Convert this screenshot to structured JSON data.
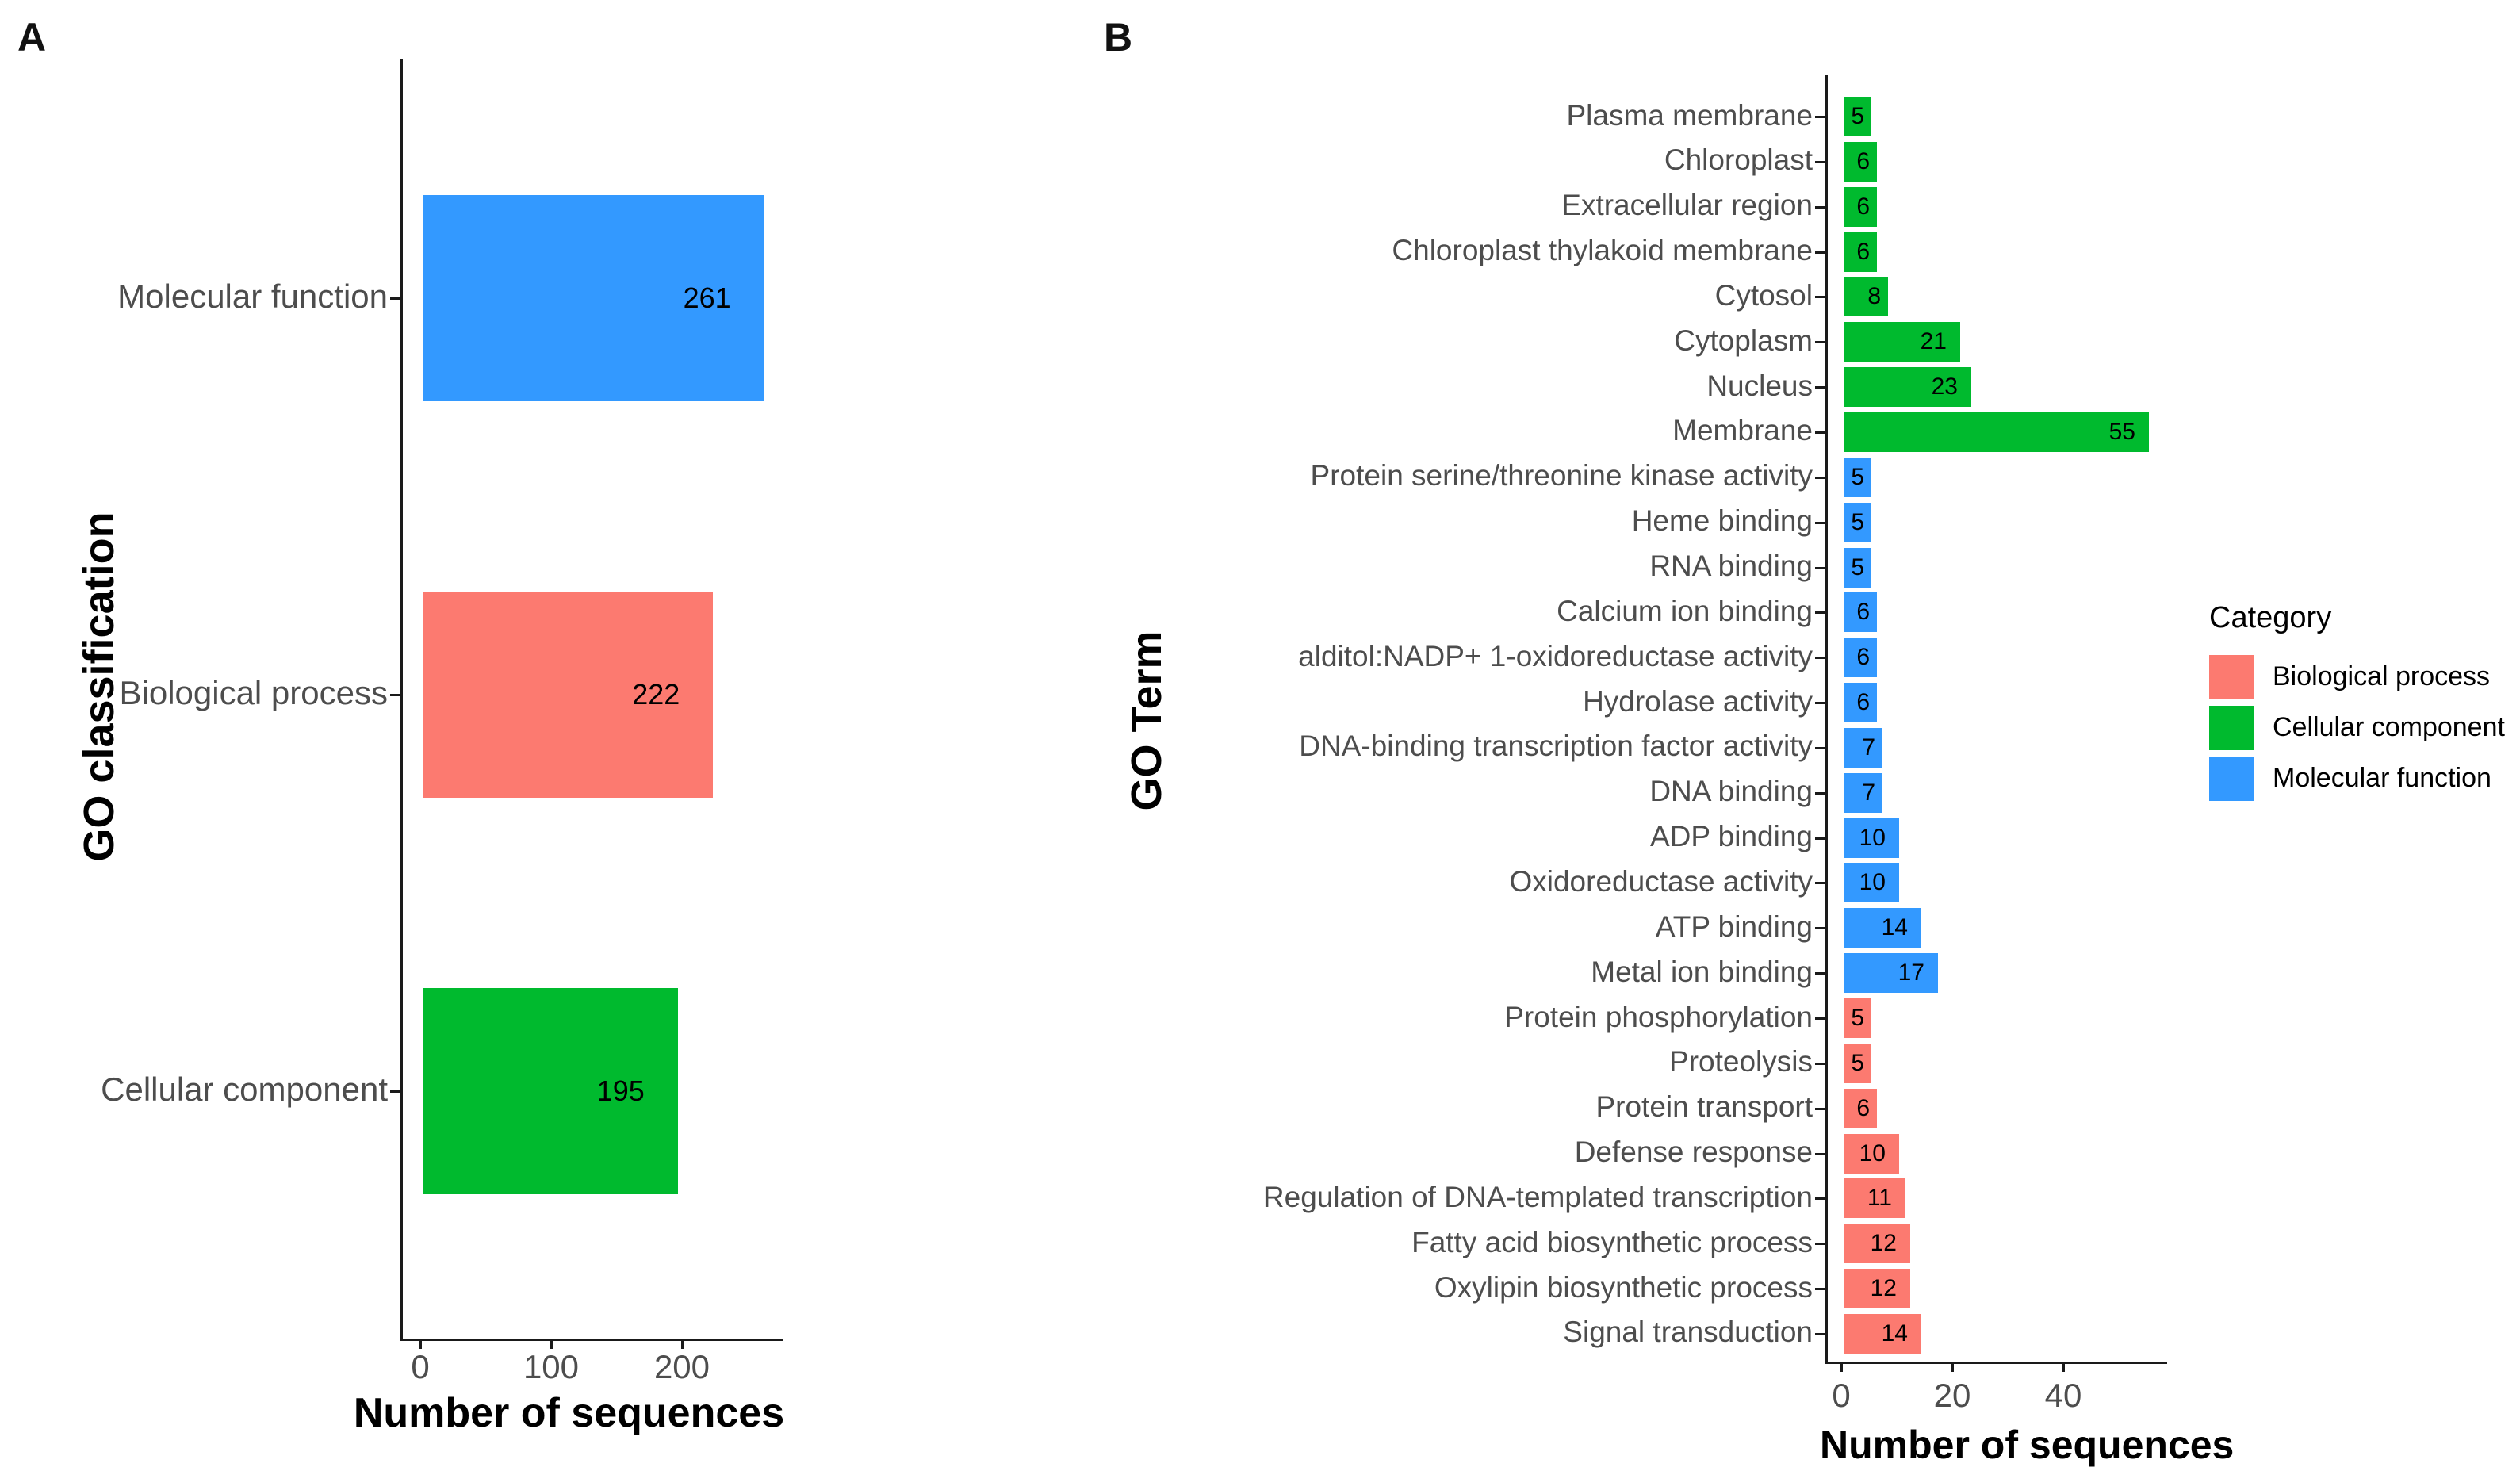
{
  "palette": {
    "Biological process": "#FC7A70",
    "Cellular component": "#00BA2E",
    "Molecular function": "#3399FF"
  },
  "chart_data": [
    {
      "id": "A",
      "panel_label": "A",
      "type": "bar",
      "orientation": "horizontal",
      "xlabel": "Number of sequences",
      "ylabel": "GO classification",
      "xlim": [
        0,
        275
      ],
      "x_ticks": [
        0,
        100,
        200
      ],
      "grid": false,
      "categories": [
        "Molecular function",
        "Biological process",
        "Cellular component"
      ],
      "values": [
        261,
        222,
        195
      ],
      "groups": [
        "Molecular function",
        "Biological process",
        "Cellular component"
      ],
      "bar_labels": [
        "261",
        "222",
        "195"
      ]
    },
    {
      "id": "B",
      "panel_label": "B",
      "type": "bar",
      "orientation": "horizontal",
      "xlabel": "Number of sequences",
      "ylabel": "GO Term",
      "xlim": [
        0,
        58
      ],
      "x_ticks": [
        0,
        20,
        40
      ],
      "grid": false,
      "categories": [
        "Plasma membrane",
        "Chloroplast",
        "Extracellular region",
        "Chloroplast thylakoid membrane",
        "Cytosol",
        "Cytoplasm",
        "Nucleus",
        "Membrane",
        "Protein serine/threonine kinase activity",
        "Heme binding",
        "RNA binding",
        "Calcium ion binding",
        "alditol:NADP+ 1-oxidoreductase activity",
        "Hydrolase activity",
        "DNA-binding transcription factor activity",
        "DNA binding",
        "ADP binding",
        "Oxidoreductase activity",
        "ATP binding",
        "Metal ion binding",
        "Protein phosphorylation",
        "Proteolysis",
        "Protein transport",
        "Defense response",
        "Regulation of DNA-templated transcription",
        "Fatty acid biosynthetic process",
        "Oxylipin biosynthetic process",
        "Signal transduction"
      ],
      "values": [
        5,
        6,
        6,
        6,
        8,
        21,
        23,
        55,
        5,
        5,
        5,
        6,
        6,
        6,
        7,
        7,
        10,
        10,
        14,
        17,
        5,
        5,
        6,
        10,
        11,
        12,
        12,
        14
      ],
      "groups": [
        "Cellular component",
        "Cellular component",
        "Cellular component",
        "Cellular component",
        "Cellular component",
        "Cellular component",
        "Cellular component",
        "Cellular component",
        "Molecular function",
        "Molecular function",
        "Molecular function",
        "Molecular function",
        "Molecular function",
        "Molecular function",
        "Molecular function",
        "Molecular function",
        "Molecular function",
        "Molecular function",
        "Molecular function",
        "Molecular function",
        "Biological process",
        "Biological process",
        "Biological process",
        "Biological process",
        "Biological process",
        "Biological process",
        "Biological process",
        "Biological process"
      ],
      "bar_labels": [
        "5",
        "6",
        "6",
        "6",
        "8",
        "21",
        "23",
        "55",
        "5",
        "5",
        "5",
        "6",
        "6",
        "6",
        "7",
        "7",
        "10",
        "10",
        "14",
        "17",
        "5",
        "5",
        "6",
        "10",
        "11",
        "12",
        "12",
        "14"
      ],
      "legend": {
        "title": "Category",
        "position": "right",
        "entries": [
          "Biological process",
          "Cellular component",
          "Molecular function"
        ]
      }
    }
  ]
}
